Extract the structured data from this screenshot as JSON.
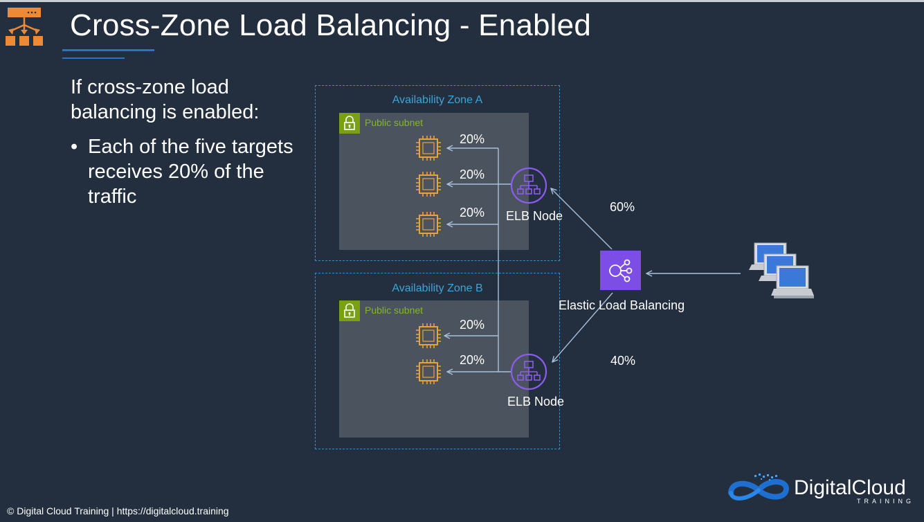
{
  "title": "Cross-Zone Load Balancing - Enabled",
  "intro": "If cross-zone load balancing is enabled:",
  "bullet_marker": "•",
  "bullet": "Each of the five targets receives 20% of the traffic",
  "zones": [
    {
      "label": "Availability Zone A",
      "subnet": "Public subnet",
      "targets": [
        "20%",
        "20%",
        "20%"
      ],
      "node": "ELB Node"
    },
    {
      "label": "Availability Zone B",
      "subnet": "Public subnet",
      "targets": [
        "20%",
        "20%"
      ],
      "node": "ELB Node"
    }
  ],
  "elb": {
    "label": "Elastic Load Balancing",
    "to_zone_a": "60%",
    "to_zone_b": "40%"
  },
  "icons": {
    "header": "load-balancer-hierarchy-icon",
    "target": "ec2-instance-chip-icon",
    "node": "elb-node-icon",
    "elb": "elastic-load-balancing-icon",
    "clients": "laptops-icon",
    "subnet": "lock-icon",
    "logo": "digitalcloud-logo"
  },
  "colors": {
    "background": "#232f3e",
    "accent_blue": "#2a73c9",
    "zone_label": "#3fa3d8",
    "subnet_green": "#7aa116",
    "chip_orange": "#e8a33a",
    "elb_purple": "#7d4ee6",
    "header_orange": "#ee8a35"
  },
  "footer": "© Digital Cloud Training  | https://digitalcloud.training",
  "logo": {
    "name": "DigitalCloud",
    "tagline": "TRAINING"
  }
}
